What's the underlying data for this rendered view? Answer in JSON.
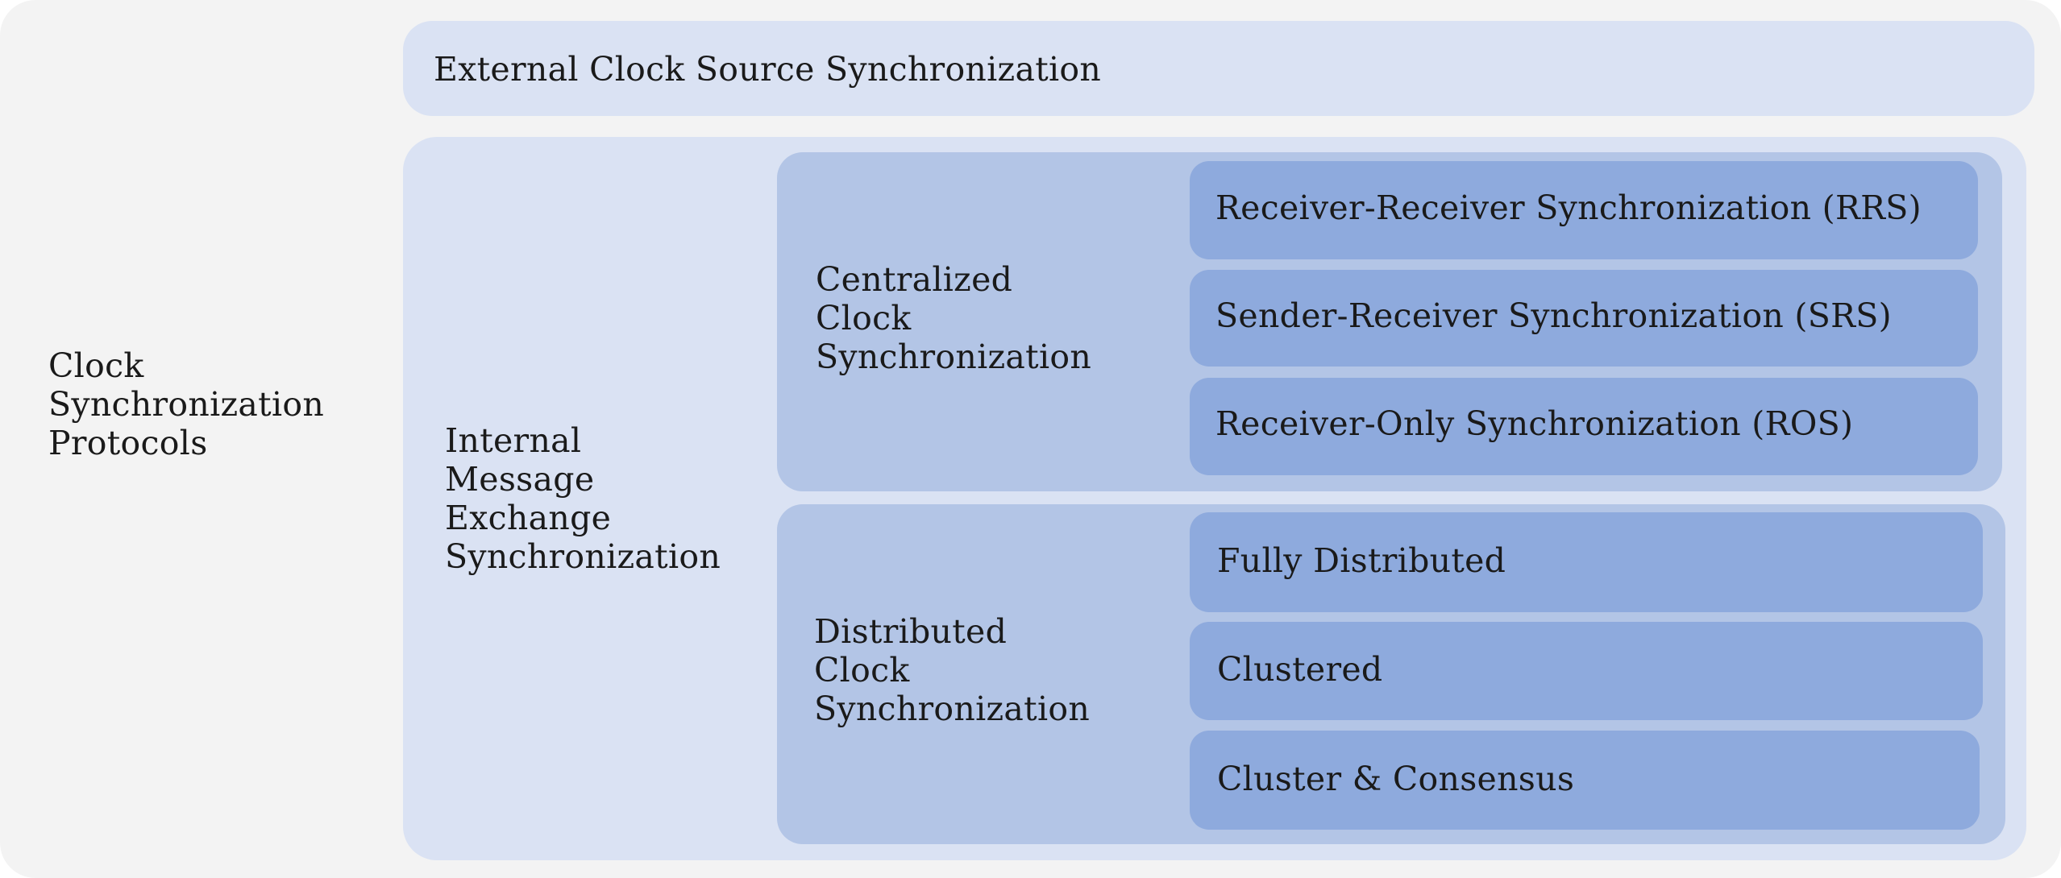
{
  "root": {
    "label": "Clock\nSynchronization\nProtocols"
  },
  "external": {
    "label": "External Clock Source Synchronization"
  },
  "internal": {
    "label": "Internal\nMessage\nExchange\nSynchronization",
    "centralized": {
      "label": "Centralized\nClock\nSynchronization",
      "items": [
        "Receiver-Receiver Synchronization (RRS)",
        "Sender-Receiver Synchronization (SRS)",
        "Receiver-Only Synchronization (ROS)"
      ]
    },
    "distributed": {
      "label": "Distributed\nClock\nSynchronization",
      "items": [
        "Fully Distributed",
        "Clustered",
        "Cluster & Consensus"
      ]
    }
  },
  "colors": {
    "background": "#f3f3f3",
    "level1": "#dae2f3",
    "level2": "#b3c5e6",
    "level3": "#8eaadd"
  }
}
